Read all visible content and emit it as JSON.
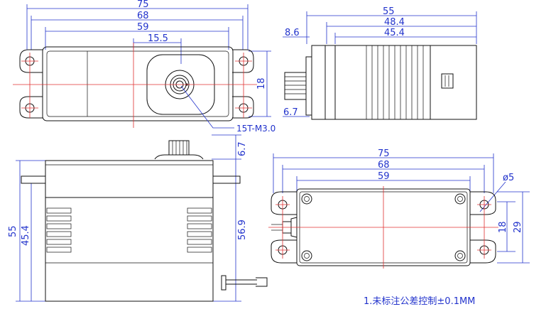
{
  "top_view": {
    "dims": {
      "d75": "75",
      "d68": "68",
      "d59": "59",
      "d15_5": "15.5",
      "d18": "18"
    },
    "callout": "15T-M3.0"
  },
  "side_view": {
    "dims": {
      "d55": "55",
      "d48_4": "48.4",
      "d45_4": "45.4",
      "d8_6": "8.6",
      "d6_7": "6.7"
    }
  },
  "front_view": {
    "dims": {
      "d6_7": "6.7",
      "d55": "55",
      "d45_4": "45.4",
      "d56_9": "56.9"
    }
  },
  "bottom_view": {
    "dims": {
      "d75": "75",
      "d68": "68",
      "d59": "59",
      "phi5": "ø5",
      "d18": "18",
      "d29": "29"
    }
  },
  "note": "1.未标注公差控制±0.1MM"
}
